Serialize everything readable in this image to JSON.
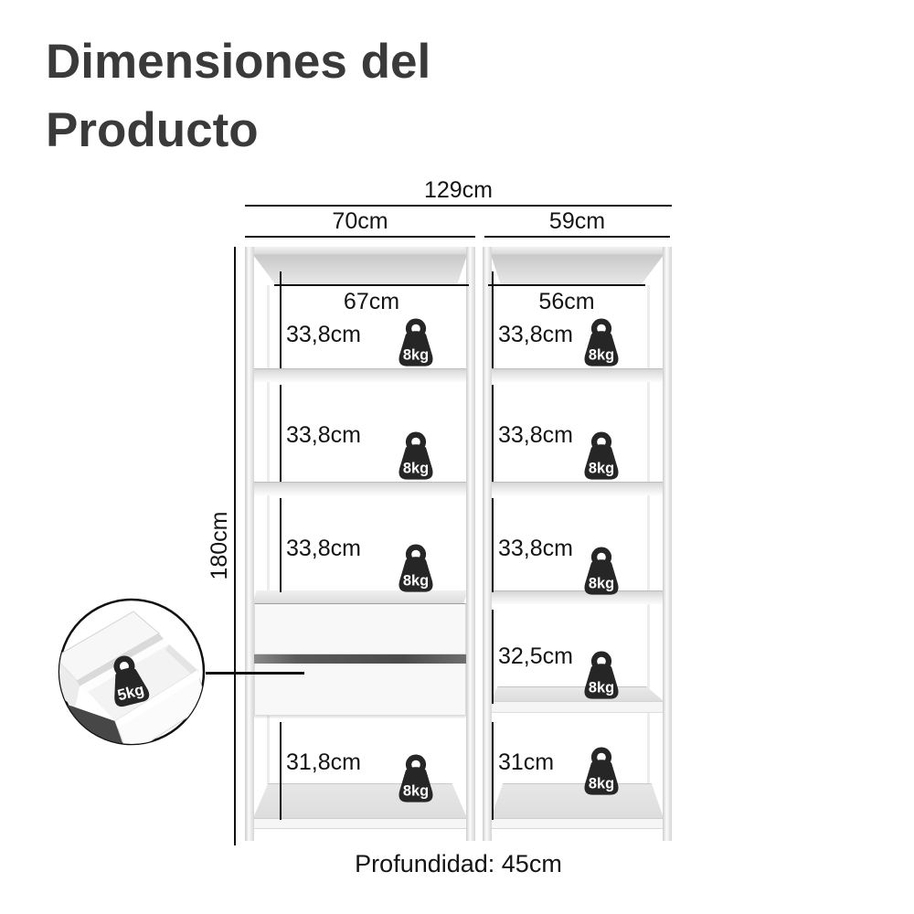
{
  "title": "Dimensiones del Producto",
  "dimensions": {
    "total_width": "129cm",
    "left_width": "70cm",
    "right_width": "59cm",
    "height": "180cm",
    "depth_label": "Profundidad: 45cm"
  },
  "left_column": {
    "inner_width": "67cm",
    "sections": [
      {
        "height": "33,8cm",
        "capacity": "8kg"
      },
      {
        "height": "33,8cm",
        "capacity": "8kg"
      },
      {
        "height": "33,8cm",
        "capacity": "8kg"
      },
      {
        "height": "31,8cm",
        "capacity": "8kg"
      }
    ]
  },
  "right_column": {
    "inner_width": "56cm",
    "sections": [
      {
        "height": "33,8cm",
        "capacity": "8kg"
      },
      {
        "height": "33,8cm",
        "capacity": "8kg"
      },
      {
        "height": "33,8cm",
        "capacity": "8kg"
      },
      {
        "height": "32,5cm",
        "capacity": "8kg"
      },
      {
        "height": "31cm",
        "capacity": "8kg"
      }
    ]
  },
  "drawer_detail": {
    "capacity": "5kg"
  },
  "colors": {
    "title_text": "#3a3a3a",
    "dimension_lines": "#111111",
    "weight_icon": "#262626",
    "furniture_frame": "#e3e3e3"
  }
}
